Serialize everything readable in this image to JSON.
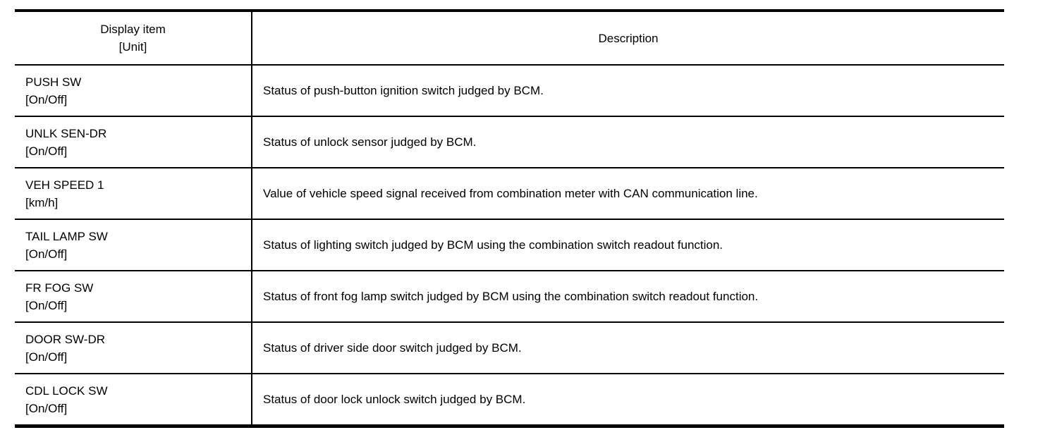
{
  "table": {
    "headers": {
      "item_title": "Display item",
      "item_subtitle": "[Unit]",
      "description_title": "Description"
    },
    "rows": [
      {
        "item": "PUSH SW",
        "unit": "[On/Off]",
        "description": "Status of push-button ignition switch judged by BCM."
      },
      {
        "item": "UNLK SEN-DR",
        "unit": "[On/Off]",
        "description": "Status of unlock sensor judged by BCM."
      },
      {
        "item": "VEH SPEED 1",
        "unit": "[km/h]",
        "description": "Value of vehicle speed signal received from combination meter with CAN communication line."
      },
      {
        "item": "TAIL LAMP SW",
        "unit": "[On/Off]",
        "description": "Status of lighting switch judged by BCM using the combination switch readout function."
      },
      {
        "item": "FR FOG SW",
        "unit": "[On/Off]",
        "description": "Status of front fog lamp switch judged by BCM using the combination switch readout function."
      },
      {
        "item": "DOOR SW-DR",
        "unit": "[On/Off]",
        "description": "Status of driver side door switch judged by BCM."
      },
      {
        "item": "CDL LOCK SW",
        "unit": "[On/Off]",
        "description": "Status of door lock unlock switch judged by BCM."
      }
    ]
  }
}
